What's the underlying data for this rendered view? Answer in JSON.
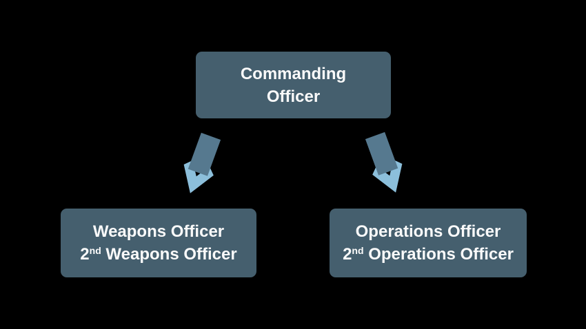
{
  "colors": {
    "background": "#000000",
    "box-fill": "#455F6E",
    "box-text": "#FAFAFA",
    "arrow-shaft": "#56798F",
    "arrow-head": "#8CBFDB"
  },
  "org_chart": {
    "root": {
      "label_line1": "Commanding",
      "label_line2": "Officer"
    },
    "children": [
      {
        "id": "weapons",
        "line1": "Weapons Officer",
        "line2_num": "2",
        "line2_ordinal": "nd",
        "line2_rest": " Weapons Officer"
      },
      {
        "id": "operations",
        "line1": "Operations Officer",
        "line2_num": "2",
        "line2_ordinal": "nd",
        "line2_rest": " Operations Officer"
      }
    ],
    "connectors": [
      {
        "name": "arrow-to-weapons",
        "direction": "down-left"
      },
      {
        "name": "arrow-to-operations",
        "direction": "down-right"
      }
    ]
  }
}
